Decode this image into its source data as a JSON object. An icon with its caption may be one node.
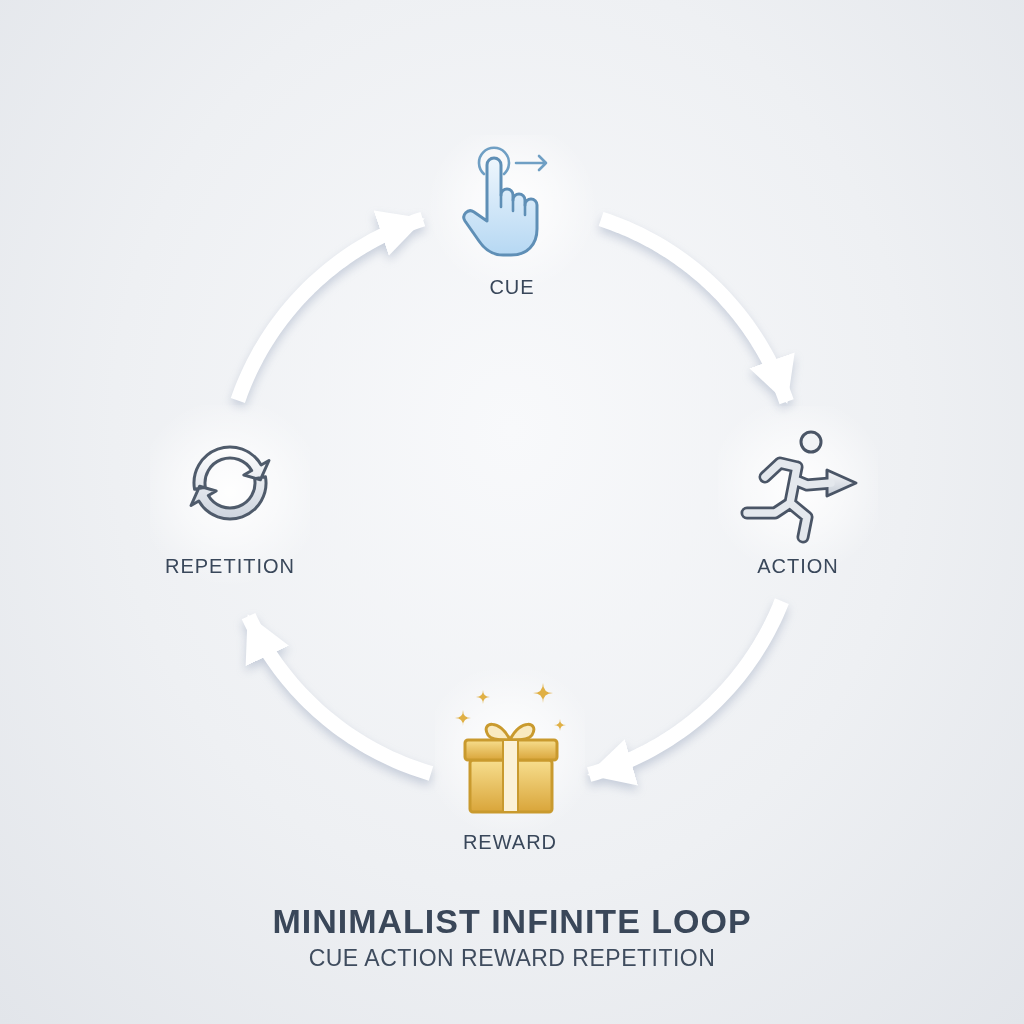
{
  "diagram": {
    "title": "MINIMALIST INFINITE LOOP",
    "caption": "CUE ACTION REWARD REPETITION",
    "nodes": [
      {
        "text": [
          "CUE"
        ]
      },
      {
        "text": [
          "ACTION"
        ]
      },
      {
        "text": [
          "REWARD"
        ]
      },
      {
        "text": [
          "REPETITION"
        ]
      }
    ],
    "edges": [
      {
        "from": 0,
        "to": 1,
        "arrow": "to"
      },
      {
        "from": 1,
        "to": 2,
        "arrow": "to"
      },
      {
        "from": 2,
        "to": 3,
        "arrow": "to"
      },
      {
        "from": 3,
        "to": 0,
        "arrow": "to"
      }
    ]
  }
}
